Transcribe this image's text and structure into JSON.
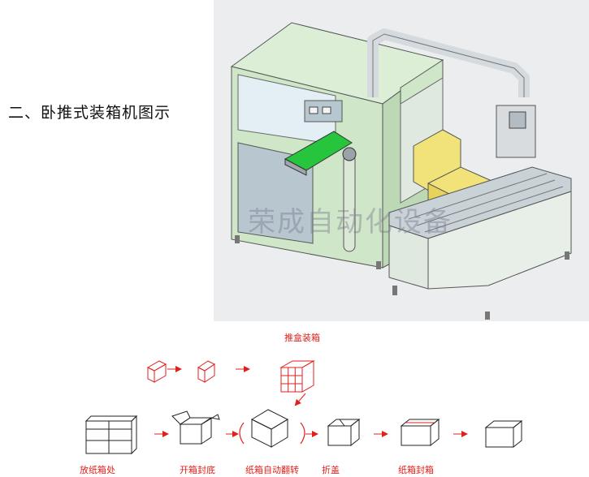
{
  "heading": "二、卧推式装箱机图示",
  "watermark": "荣成自动化设备",
  "flow": {
    "title": "推盒装箱",
    "steps": [
      {
        "label": "放纸箱处"
      },
      {
        "label": "开箱封底"
      },
      {
        "label": "纸箱自动翻转"
      },
      {
        "label": "折盖"
      },
      {
        "label": "纸箱封箱"
      }
    ]
  },
  "colors": {
    "machine_body": "#cfe6c8",
    "product_box": "#f2e27a",
    "flow_red": "#e0201c",
    "belt_green": "#27c43e"
  },
  "icons": [
    "arrow-right-icon",
    "rotate-arrows-icon",
    "diagonal-arrow-icon"
  ]
}
